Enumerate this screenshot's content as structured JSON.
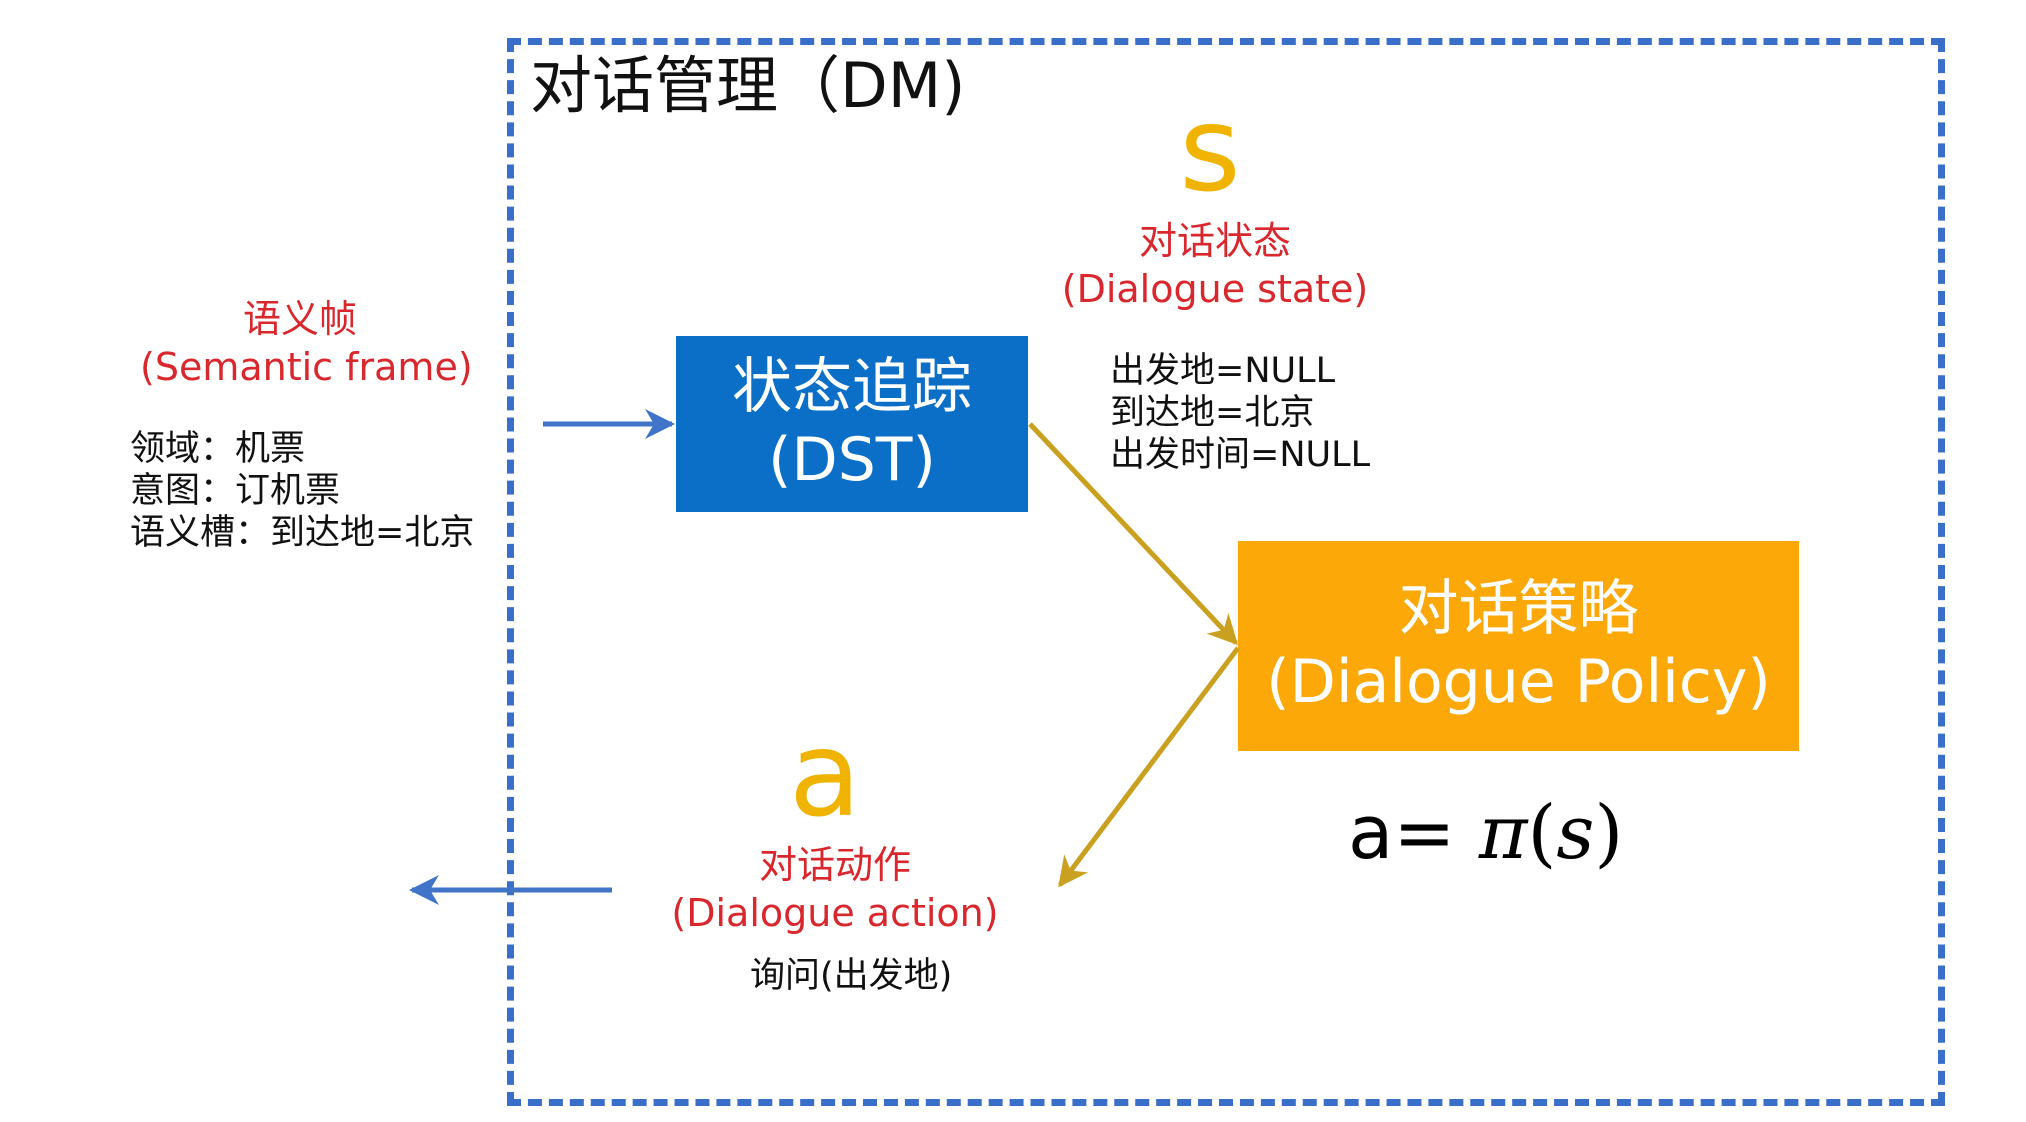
{
  "dm": {
    "title": "对话管理（DM)"
  },
  "semantic_frame": {
    "label_cn": "语义帧",
    "label_en": "(Semantic frame)",
    "lines": [
      "领域：机票",
      "意图：订机票",
      "语义槽：到达地=北京"
    ]
  },
  "dst": {
    "line1": "状态追踪",
    "line2": "(DST)"
  },
  "state": {
    "symbol": "s",
    "label_cn": "对话状态",
    "label_en": "(Dialogue state)",
    "lines": [
      "出发地=NULL",
      "到达地=北京",
      "出发时间=NULL"
    ]
  },
  "policy": {
    "line1": "对话策略",
    "line2": "(Dialogue Policy)",
    "formula_lhs": "a=",
    "formula_func": "π",
    "formula_open": "(",
    "formula_arg": "s",
    "formula_close": ")"
  },
  "action": {
    "symbol": "a",
    "label_cn": "对话动作",
    "label_en": "(Dialogue action)",
    "value": "询问(出发地)"
  },
  "colors": {
    "frame_border": "#3a6fc9",
    "dst_box": "#0c6fc7",
    "policy_box": "#fba808",
    "symbol": "#f0b400",
    "red_label": "#d9272e",
    "blue_arrow": "#3f74c9",
    "gold_arrow": "#c9a020"
  }
}
